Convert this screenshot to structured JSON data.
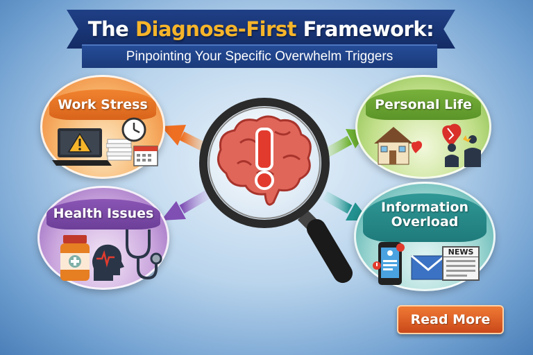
{
  "title": {
    "prefix": "The ",
    "accent": "Diagnose-First",
    "suffix": " Framework:",
    "subtitle": "Pinpointing Your Specific Overwhelm Triggers"
  },
  "categories": {
    "work": {
      "label": "Work Stress",
      "color": "#ec7a2c"
    },
    "personal": {
      "label": "Personal Life",
      "color": "#7fb842"
    },
    "health": {
      "label": "Health Issues",
      "color": "#8e5bb8"
    },
    "info": {
      "label_line1": "Information",
      "label_line2": "Overload",
      "color": "#3fa4a2"
    }
  },
  "illustrations": {
    "news_label": "NEWS"
  },
  "center": {
    "icon": "magnifying-glass-brain-exclamation",
    "accent_color": "#e23b2e"
  },
  "button": {
    "label": "Read More"
  }
}
